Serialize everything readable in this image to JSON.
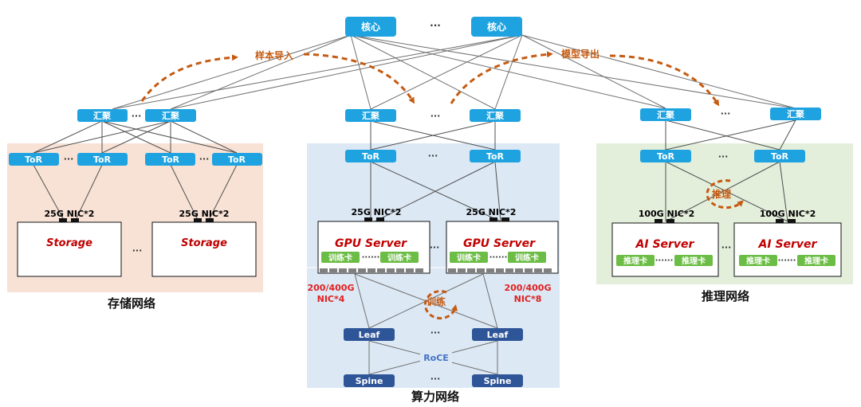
{
  "colors": {
    "switch_blue": "#1fa3e0",
    "leaf_navy": "#2e5597",
    "storage_bg": "#f8e2d6",
    "compute_bg": "#dce8f4",
    "inference_bg": "#e3eedb",
    "card_green": "#6cbd45",
    "flow_orange": "#c55a11",
    "server_title_red": "#c00000",
    "nic_text_red": "#e02020",
    "roce_blue": "#4472c4"
  },
  "icons": {
    "flow_arrow": "dashed-curved-arrow-icon",
    "cycle": "dashed-circular-arrow-icon",
    "nic_port": "nic-port-icon"
  },
  "core": {
    "left": "核心",
    "right": "核心",
    "gap": "···"
  },
  "flows": {
    "import": "样本导入",
    "export": "模型导出"
  },
  "aggregation": {
    "storage_left": "汇聚",
    "storage_right": "汇聚",
    "storage_gap": "···",
    "compute_left": "汇聚",
    "compute_right": "汇聚",
    "compute_gap": "···",
    "inference_left": "汇聚",
    "inference_right": "汇聚",
    "inference_gap": "···"
  },
  "storage": {
    "tor1": "ToR",
    "tor2": "ToR",
    "tor3": "ToR",
    "tor4": "ToR",
    "tor_gap1": "···",
    "tor_gap2": "···",
    "nic_left": "25G NIC*2",
    "nic_right": "25G NIC*2",
    "server_left": "Storage",
    "server_right": "Storage",
    "server_gap": "···",
    "label": "存储网络"
  },
  "compute": {
    "tor_left": "ToR",
    "tor_right": "ToR",
    "tor_gap": "···",
    "nic_left": "25G NIC*2",
    "nic_right": "25G NIC*2",
    "server_left": "GPU Server",
    "server_right": "GPU Server",
    "server_gap": "···",
    "card1": "训练卡",
    "card2": "训练卡",
    "card3": "训练卡",
    "card4": "训练卡",
    "card_gap_left": "······",
    "card_gap_right": "······",
    "rdma_left": "200/400G",
    "rdma_left_count": "NIC*4",
    "rdma_right": "200/400G",
    "rdma_right_count": "NIC*8",
    "training": "训练",
    "leaf_left": "Leaf",
    "leaf_right": "Leaf",
    "leaf_gap": "···",
    "roce": "RoCE",
    "spine_left": "Spine",
    "spine_right": "Spine",
    "spine_gap": "···",
    "label": "算力网络"
  },
  "inference": {
    "tor_left": "ToR",
    "tor_right": "ToR",
    "tor_gap": "···",
    "reasoning": "推理",
    "nic_left": "100G NIC*2",
    "nic_right": "100G NIC*2",
    "server_left": "AI Server",
    "server_right": "AI Server",
    "server_gap": "···",
    "card1": "推理卡",
    "card2": "推理卡",
    "card3": "推理卡",
    "card4": "推理卡",
    "card_gap_left": "······",
    "card_gap_right": "······",
    "label": "推理网络"
  }
}
